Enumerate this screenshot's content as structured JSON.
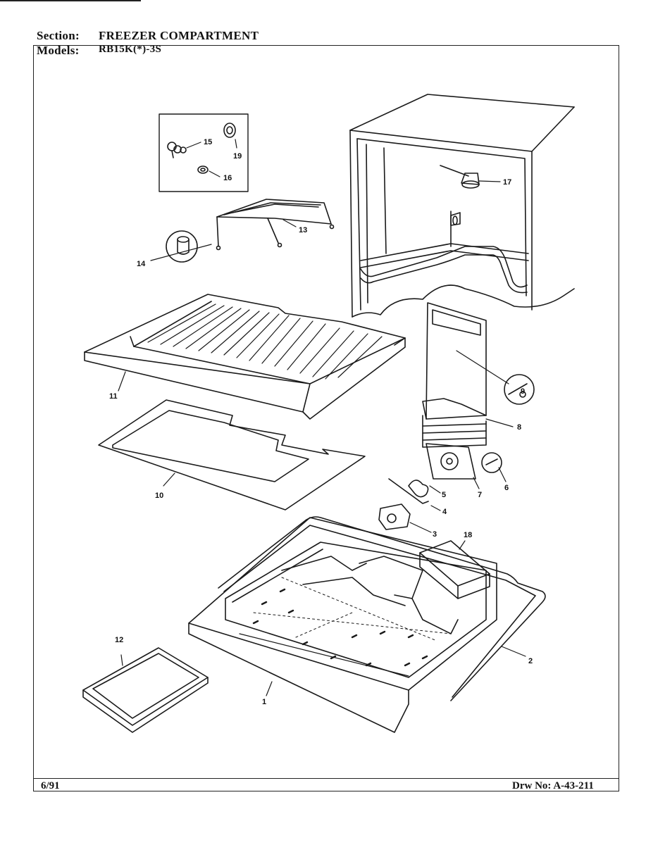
{
  "header": {
    "section_label": "Section:",
    "section_value": "FREEZER COMPARTMENT",
    "models_label": "Models:",
    "models_value": "RB15K(*)-3S"
  },
  "footer": {
    "date": "6/91",
    "drawing_number": "Drw No: A-43-211"
  },
  "callouts": [
    "1",
    "2",
    "3",
    "4",
    "5",
    "6",
    "7",
    "8",
    "9",
    "10",
    "11",
    "12",
    "13",
    "14",
    "15",
    "16",
    "17",
    "18",
    "19"
  ]
}
